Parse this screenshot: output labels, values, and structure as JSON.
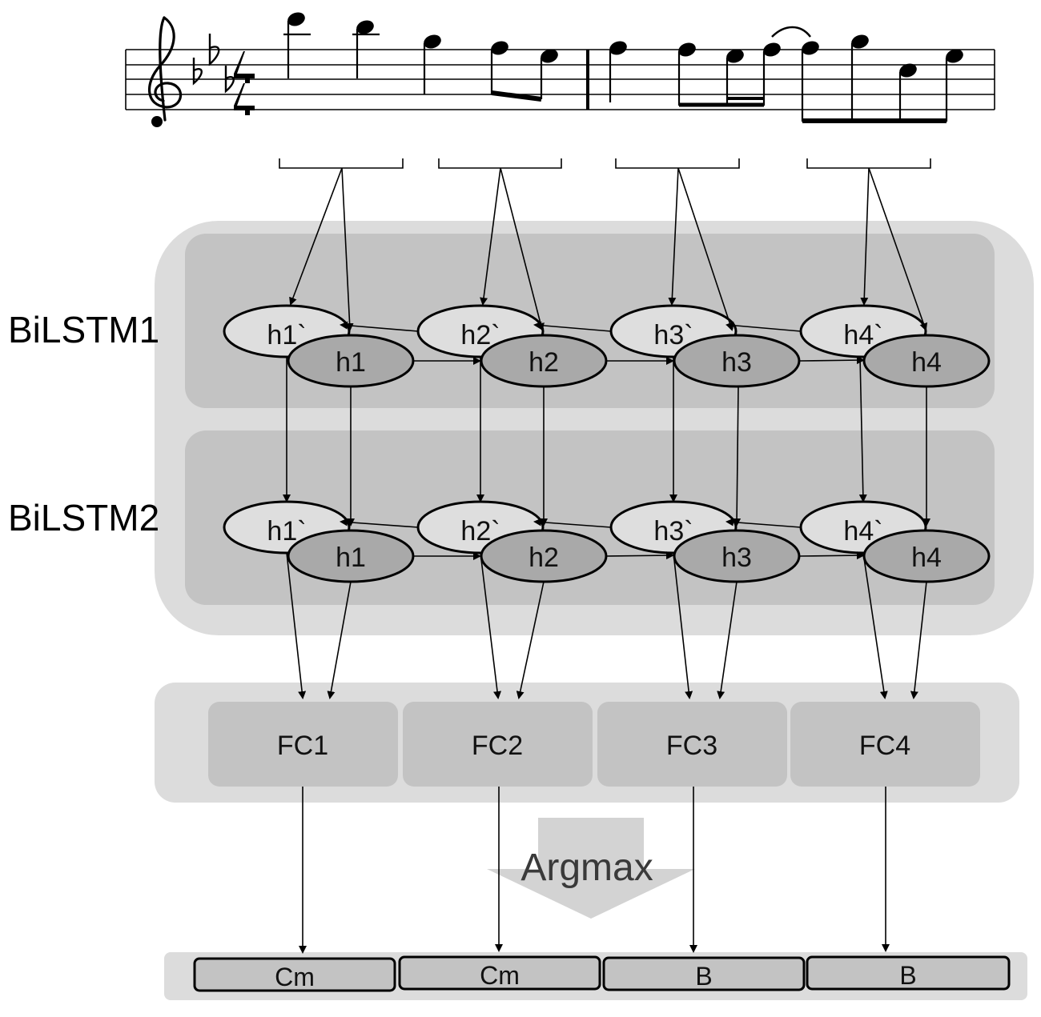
{
  "layers": [
    {
      "label": "BiLSTM1"
    },
    {
      "label": "BiLSTM2"
    }
  ],
  "backward_states": [
    "h1`",
    "h2`",
    "h3`",
    "h4`"
  ],
  "forward_states": [
    "h1",
    "h2",
    "h3",
    "h4"
  ],
  "fc_units": [
    "FC1",
    "FC2",
    "FC3",
    "FC4"
  ],
  "argmax_label": "Argmax",
  "outputs": [
    "Cm",
    "Cm",
    "B",
    "B"
  ],
  "colors": {
    "outer_panel": "#dcdcdc",
    "inner_panel": "#c3c3c3",
    "forward_node": "#a9a9a9",
    "backward_node": "#dedede",
    "arrow": "#000000"
  }
}
